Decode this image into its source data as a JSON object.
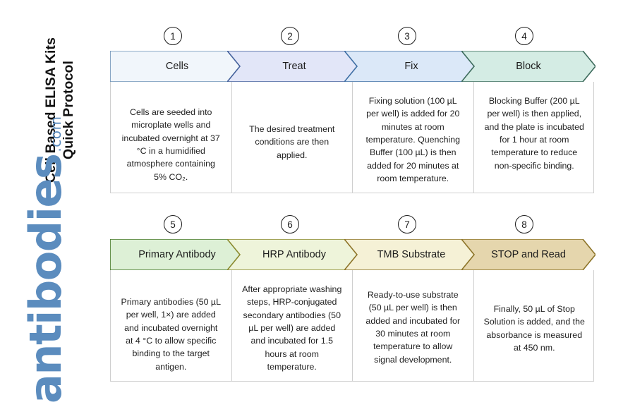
{
  "title": {
    "line1": "Cell Based ELISA Kits",
    "line2": "Quick Protocol",
    "full": "Cell Based ELISA Kits\nQuick Protocol"
  },
  "brand": {
    "name": "antibodies",
    "tld": ".com",
    "color": "#5b8cbe"
  },
  "rows": [
    {
      "steps": [
        {
          "number": "1",
          "label": "Cells",
          "fill": "#f1f6fb",
          "stroke": "#6e93b8",
          "text": "Cells are seeded into microplate wells and incubated overnight at 37 °C in a humidified atmosphere containing 5% CO₂."
        },
        {
          "number": "2",
          "label": "Treat",
          "fill": "#e2e6f8",
          "stroke": "#44619c",
          "text": "The desired treatment conditions are then applied."
        },
        {
          "number": "3",
          "label": "Fix",
          "fill": "#dbe8f8",
          "stroke": "#3f6fa4",
          "text": "Fixing solution (100 µL per well) is added for 20 minutes at room temperature. Quenching Buffer (100 µL) is then added for 20 minutes at room temperature."
        },
        {
          "number": "4",
          "label": "Block",
          "fill": "#d4ece4",
          "stroke": "#3d6b5c",
          "text": "Blocking Buffer (200 µL per well) is then applied, and the plate is incubated for 1 hour at room temperature to reduce non-specific binding."
        }
      ]
    },
    {
      "steps": [
        {
          "number": "5",
          "label": "Primary Antibody",
          "fill": "#ddf0d6",
          "stroke": "#4a7a2c",
          "text": "Primary antibodies (50 µL per well, 1×) are added and incubated overnight at 4 °C to allow specific binding to the target antigen."
        },
        {
          "number": "6",
          "label": "HRP Antibody",
          "fill": "#eef4da",
          "stroke": "#8a8a2e",
          "text": "After appropriate washing steps, HRP-conjugated secondary antibodies (50 µL per well) are added and incubated for 1.5 hours at room temperature."
        },
        {
          "number": "7",
          "label": "TMB Substrate",
          "fill": "#f5f1d6",
          "stroke": "#8d7428",
          "text": "Ready-to-use substrate (50 µL per well) is then added and incubated for 30 minutes at room temperature to allow signal development."
        },
        {
          "number": "8",
          "label": "STOP and Read",
          "fill": "#e5d6ad",
          "stroke": "#8d7428",
          "text": "Finally, 50 µL of Stop Solution is added, and the absorbance is measured at 450 nm."
        }
      ]
    }
  ]
}
